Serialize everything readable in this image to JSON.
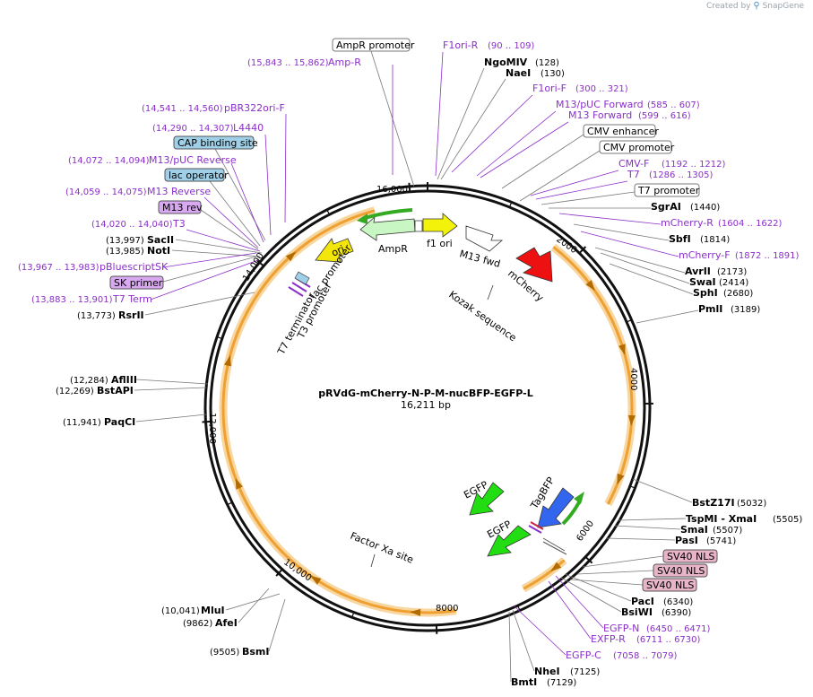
{
  "credit": {
    "prefix": "Created by",
    "brand": "SnapGene"
  },
  "plasmid": {
    "name": "pRVdG-mCherry-N-P-M-nucBFP-EGFP-L",
    "length": "16,211 bp"
  },
  "ticks": [
    "2000",
    "4000",
    "6000",
    "8000",
    "10,000",
    "12,000",
    "14,000",
    "16,000"
  ],
  "enzymes": [
    {
      "name": "NgoMIV",
      "pos": "(128)"
    },
    {
      "name": "NaeI",
      "pos": "(130)"
    },
    {
      "name": "SgrAI",
      "pos": "(1440)"
    },
    {
      "name": "SbfI",
      "pos": "(1814)"
    },
    {
      "name": "AvrII",
      "pos": "(2173)"
    },
    {
      "name": "SwaI",
      "pos": "(2414)"
    },
    {
      "name": "SphI",
      "pos": "(2680)"
    },
    {
      "name": "PmlI",
      "pos": "(3189)"
    },
    {
      "name": "BstZ17I",
      "pos": "(5032)"
    },
    {
      "name": "TspMI  -  XmaI",
      "pos": "(5505)"
    },
    {
      "name": "SmaI",
      "pos": "(5507)"
    },
    {
      "name": "PasI",
      "pos": "(5741)"
    },
    {
      "name": "PacI",
      "pos": "(6340)"
    },
    {
      "name": "BsiWI",
      "pos": "(6390)"
    },
    {
      "name": "NheI",
      "pos": "(7125)"
    },
    {
      "name": "BmtI",
      "pos": "(7129)"
    },
    {
      "name": "BsmI",
      "pos": "(9505)"
    },
    {
      "name": "AfeI",
      "pos": "(9862)"
    },
    {
      "name": "MluI",
      "pos": "(10,041)"
    },
    {
      "name": "PaqCI",
      "pos": "(11,941)"
    },
    {
      "name": "BstAPI",
      "pos": "(12,269)"
    },
    {
      "name": "AflIII",
      "pos": "(12,284)"
    },
    {
      "name": "RsrII",
      "pos": "(13,773)"
    },
    {
      "name": "NotI",
      "pos": "(13,985)"
    },
    {
      "name": "SacII",
      "pos": "(13,997)"
    }
  ],
  "primers": [
    {
      "name": "F1ori-R",
      "pos": "(90 .. 109)"
    },
    {
      "name": "F1ori-F",
      "pos": "(300 .. 321)"
    },
    {
      "name": "M13/pUC Forward",
      "pos": "(585 .. 607)"
    },
    {
      "name": "M13 Forward",
      "pos": "(599 .. 616)"
    },
    {
      "name": "CMV-F",
      "pos": "(1192 .. 1212)"
    },
    {
      "name": "T7",
      "pos": "(1286 .. 1305)"
    },
    {
      "name": "mCherry-R",
      "pos": "(1604 .. 1622)"
    },
    {
      "name": "mCherry-F",
      "pos": "(1872 .. 1891)"
    },
    {
      "name": "EGFP-N",
      "pos": "(6450 .. 6471)"
    },
    {
      "name": "EXFP-R",
      "pos": "(6711 .. 6730)"
    },
    {
      "name": "EGFP-C",
      "pos": "(7058 .. 7079)"
    },
    {
      "name": "Amp-R",
      "pos": "(15,843 .. 15,862)"
    },
    {
      "name": "pBR322ori-F",
      "pos": "(14,541 .. 14,560)"
    },
    {
      "name": "L4440",
      "pos": "(14,290 .. 14,307)"
    },
    {
      "name": "M13/pUC Reverse",
      "pos": "(14,072 .. 14,094)"
    },
    {
      "name": "M13 Reverse",
      "pos": "(14,059 .. 14,075)"
    },
    {
      "name": "T3",
      "pos": "(14,020 .. 14,040)"
    },
    {
      "name": "pBluescriptSK",
      "pos": "(13,967 .. 13,983)"
    },
    {
      "name": "T7 Term",
      "pos": "(13,883 .. 13,901)"
    }
  ],
  "boxed_features": [
    {
      "name": "AmpR promoter"
    },
    {
      "name": "CMV enhancer"
    },
    {
      "name": "CMV promoter"
    },
    {
      "name": "T7 promoter"
    },
    {
      "name": "CAP binding site"
    },
    {
      "name": "lac operator"
    },
    {
      "name": "M13 rev"
    },
    {
      "name": "SK primer"
    },
    {
      "name": "SV40 NLS"
    },
    {
      "name": "SV40 NLS"
    },
    {
      "name": "SV40 NLS"
    }
  ],
  "features": [
    {
      "name": "AmpR"
    },
    {
      "name": "f1 ori"
    },
    {
      "name": "M13 fwd"
    },
    {
      "name": "mCherry"
    },
    {
      "name": "Kozak sequence"
    },
    {
      "name": "ori"
    },
    {
      "name": "lac promoter"
    },
    {
      "name": "T3 promoter"
    },
    {
      "name": "T7 terminator"
    },
    {
      "name": "EGFP"
    },
    {
      "name": "TagBFP"
    },
    {
      "name": "EGFP"
    },
    {
      "name": "Factor Xa site"
    }
  ],
  "colors": {
    "backbone": "#111111",
    "orange": "#f0a030",
    "orange_glow": "#f7d6a0",
    "ampr": "#c9f7c3",
    "f1ori": "#f2f20a",
    "ori": "#f2e60a",
    "mcherry": "#ee1111",
    "egfp": "#22dd11",
    "tagbfp": "#3366ee",
    "primer": "#8b2fc9",
    "cap_box": "#9fd0e8",
    "m13_box": "#d8a8f0",
    "sv40_box": "#e8b4c8"
  }
}
